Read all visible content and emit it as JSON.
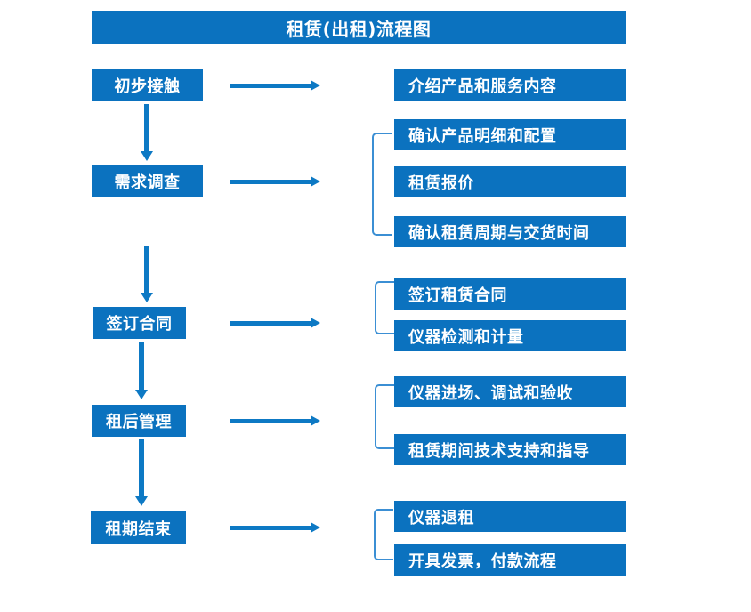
{
  "title": "租赁(出租)流程图",
  "colors": {
    "box_fill": "#0b72bf",
    "arrow": "#0d79c4",
    "bracket": "#3b8fd4",
    "box_text": "#ffffff",
    "background": "#ffffff"
  },
  "stages": [
    {
      "label": "初步接触"
    },
    {
      "label": "需求调查"
    },
    {
      "label": "签订合同"
    },
    {
      "label": "租后管理"
    },
    {
      "label": "租期结束"
    }
  ],
  "groups": [
    {
      "stage": "初步接触",
      "has_bracket": false,
      "tasks": [
        {
          "label": "介绍产品和服务内容"
        }
      ]
    },
    {
      "stage": "需求调查",
      "has_bracket": true,
      "tasks": [
        {
          "label": "确认产品明细和配置"
        },
        {
          "label": "租赁报价"
        },
        {
          "label": "确认租赁周期与交货时间"
        }
      ]
    },
    {
      "stage": "签订合同",
      "has_bracket": true,
      "tasks": [
        {
          "label": "签订租赁合同"
        },
        {
          "label": "仪器检测和计量"
        }
      ]
    },
    {
      "stage": "租后管理",
      "has_bracket": true,
      "tasks": [
        {
          "label": "仪器进场、调试和验收"
        },
        {
          "label": "租赁期间技术支持和指导"
        }
      ]
    },
    {
      "stage": "租期结束",
      "has_bracket": true,
      "tasks": [
        {
          "label": "仪器退租"
        },
        {
          "label": "开具发票，付款流程"
        }
      ]
    }
  ]
}
